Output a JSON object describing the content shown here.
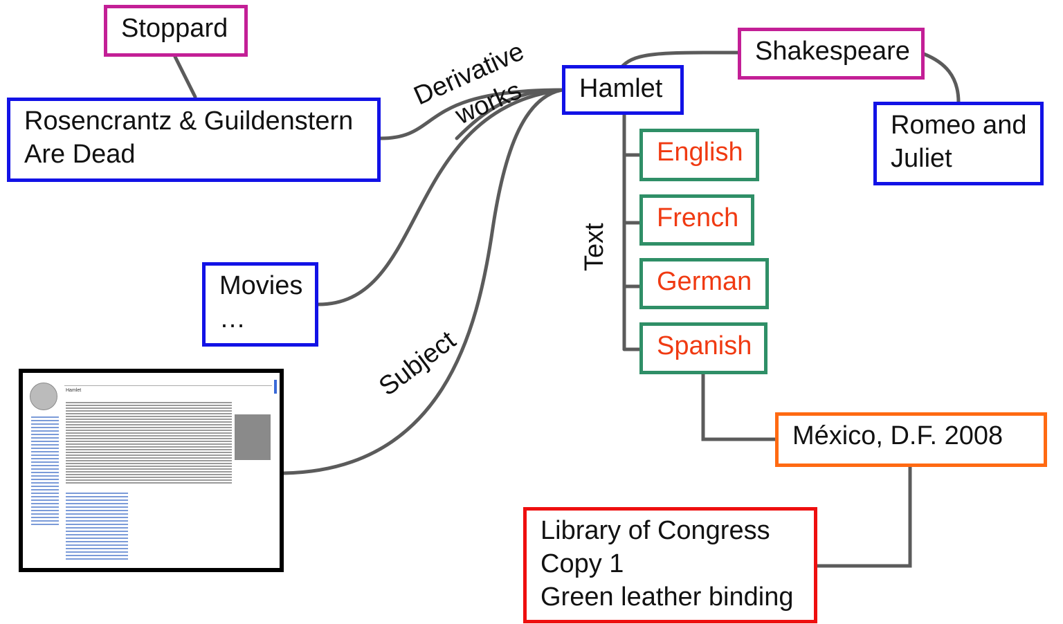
{
  "nodes": {
    "stoppard": "Stoppard",
    "rosencrantz": [
      "Rosencrantz & Guildenstern",
      "Are Dead"
    ],
    "hamlet": "Hamlet",
    "shakespeare": "Shakespeare",
    "romeo": [
      "Romeo and",
      "Juliet"
    ],
    "movies": [
      "Movies",
      "…"
    ],
    "languages": [
      "English",
      "French",
      "German",
      "Spanish"
    ],
    "mexico": "México, D.F. 2008",
    "library": [
      "Library of Congress",
      "Copy 1",
      "Green leather binding"
    ]
  },
  "edge_labels": {
    "derivative": "Derivative",
    "works": "works",
    "text": "Text",
    "subject": "Subject"
  },
  "thumbnail": {
    "page_title": "Hamlet"
  },
  "colors": {
    "work_border": "#1212e6",
    "person_border": "#c31f96",
    "expression_border": "#2f8f67",
    "manifestation_border": "#ff6a12",
    "item_border": "#ee0f0f",
    "language_text": "#f03a12",
    "connector": "#5b5b5b"
  }
}
